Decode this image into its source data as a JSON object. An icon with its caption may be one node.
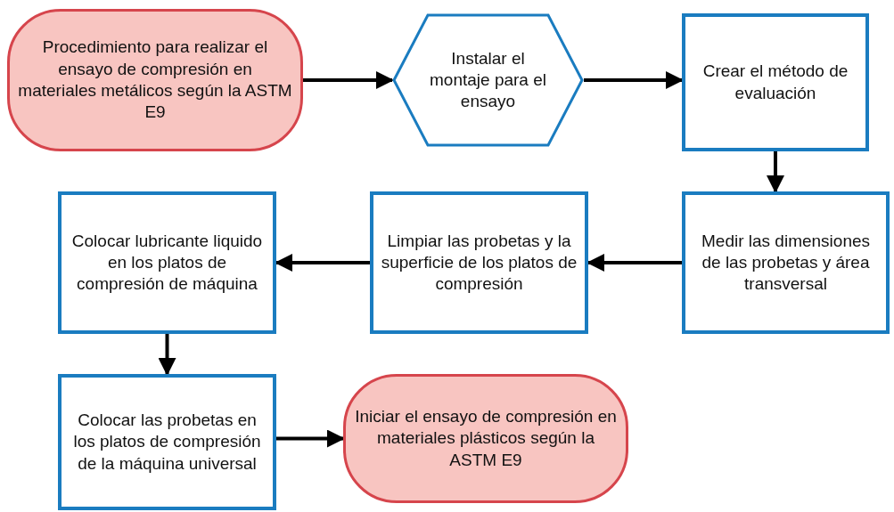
{
  "diagram": {
    "nodes": [
      {
        "text": [
          "Procedimiento para realizar el ensayo de compresión en materiales metálicos según la ASTM E9"
        ]
      },
      {
        "text": [
          "Instalar el montaje para el ensayo"
        ]
      },
      {
        "text": [
          "Crear el método de evaluación"
        ]
      },
      {
        "text": [
          "Medir las dimensiones de las probetas y área transversal"
        ]
      },
      {
        "text": [
          "Limpiar las probetas y la superficie de los platos de compresión"
        ]
      },
      {
        "text": [
          "Colocar lubricante liquido en los platos de compresión de máquina"
        ]
      },
      {
        "text": [
          "Colocar las probetas en los platos de compresión de la máquina universal"
        ]
      },
      {
        "text": [
          "Iniciar el ensayo de compresión en materiales plásticos según la ASTM E9"
        ]
      }
    ],
    "edges": [
      {
        "from": 0,
        "to": 1,
        "arrow": "to"
      },
      {
        "from": 1,
        "to": 2,
        "arrow": "to"
      },
      {
        "from": 2,
        "to": 3,
        "arrow": "to"
      },
      {
        "from": 3,
        "to": 4,
        "arrow": "to"
      },
      {
        "from": 4,
        "to": 5,
        "arrow": "to"
      },
      {
        "from": 5,
        "to": 6,
        "arrow": "to"
      },
      {
        "from": 6,
        "to": 7,
        "arrow": "to"
      }
    ]
  }
}
